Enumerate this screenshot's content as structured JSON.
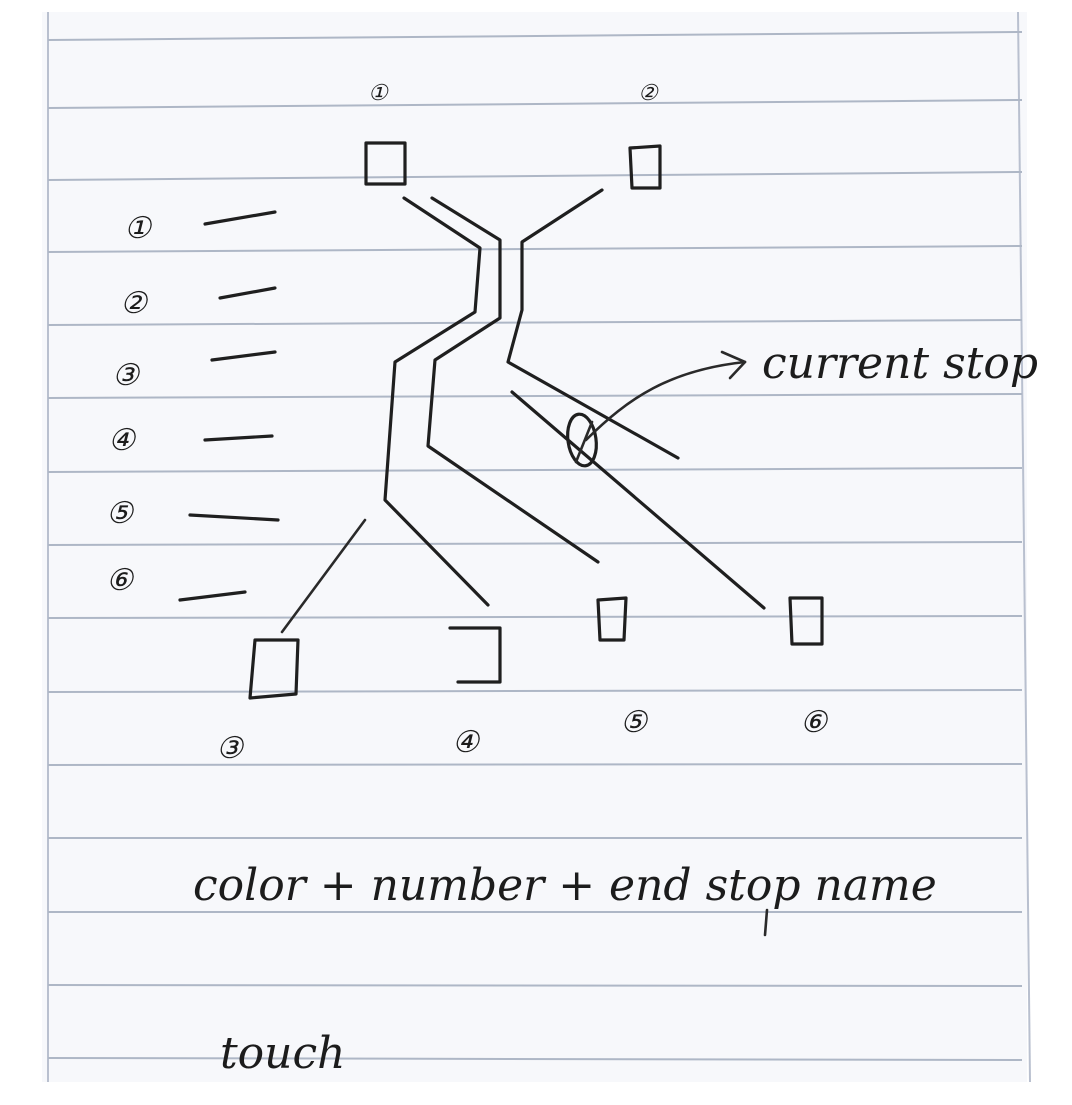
{
  "top_stop_numbers": [
    "①",
    "②"
  ],
  "legend_numbers": [
    "①",
    "②",
    "③",
    "④",
    "⑤",
    "⑥"
  ],
  "bottom_stop_numbers": [
    "③",
    "④",
    "⑤",
    "⑥"
  ],
  "annotation": "current stop",
  "note_line": "color + number + end stop name",
  "note_touch": "touch"
}
